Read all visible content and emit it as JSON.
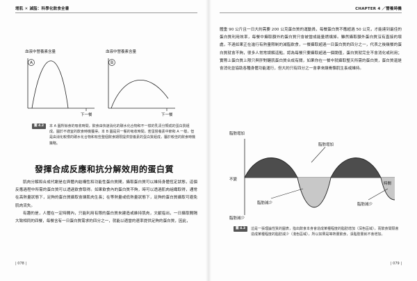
{
  "header": {
    "left_running_head": "增肌 ✕ 減脂：科學化飲食全書",
    "right_running_head": "CHAPTER 4 ／營養時機"
  },
  "folios": {
    "left": "| 078 |",
    "right": "| 079 |"
  },
  "figure_left": {
    "chart_a": {
      "letter": "A",
      "ylabel": "血液中營養素含量",
      "xlabel": "下一餐"
    },
    "chart_b": {
      "letter": "B",
      "ylabel": "血液中營養素含量",
      "xlabel": "下一餐"
    }
  },
  "caption_4_2": {
    "badge": "圖 4.2",
    "text": "本 A 圖所餘食的吸收時間，飲食由快速消化的碳水化合物和不一樣的乳清分類成的蛋白質組成。圖於不適宜的飲食時機獲得。本 B 圖是另一餐的吸收時間，若蛋營養素中節和 A 一樣，但是由消化較慢的碳水化合物和有些整個飲食期限提供營養素的蛋白質組成，屬於較佳的飲食時機策略。"
  },
  "section": {
    "title": "發揮合成反應和抗分解效用的蛋白質"
  },
  "left_body": {
    "p1": "肌肉分解和合成代謝是在與體內結構性和功能性蛋白質間，攝取蛋白質可以維持身體恆定狀態，這個反應過程中所需的蛋白質可以透過飲食取得。如果飲食內的蛋白質不夠，時可以透過肌肉組織取得，通常在高熱量狀態下，足夠的蛋白質攝取會讓肌肉生長；在等熱量或低熱量狀態下，足夠的蛋白質攝取可避免肌肉流失。",
    "p2": "有趣的是，人體在一定時間內，只能利用有限的蛋白質來建造或維持肌肉，文獻指出，一日攝取間隔大致相同的四餐，每餐含有一日蛋白質需求的四分之一，就能以適當的速率提供足夠的蛋白質，因此，"
  },
  "right_body": {
    "p1": "體重 90 公斤且一日大約需要 200 公克蛋白質的運動員，每餐蛋白質不應超過 50 公克，才能達到最佳的蛋白質利用效率，每餐中攝取額外的蛋白質只會被當成能量燃燒掉。雖然攝取額外蛋白質沒有直接的壞處，不過如果正在進行有熱量限制的減脂飲食，一餐攝取超過一日蛋白質的四分之一，代表之後幾餐的蛋白質就會不夠，很多人常常誤解這點，認為每餐只要攝取超過一個閾值，蛋白質就完全不會消化或利用；實際上蛋白質上限只與肝對醣肌蛋白質合成有關，如果你在一餐中就攝取整天所需的蛋白質，蛋白質還是會消化並協助各種身體功能運行，但大約只有四分之一會拿來讓骨骼肌生長或維持。"
  },
  "figure_right": {
    "ylabel_top": "脂肪增加",
    "ylabel_bottom": "脂肪減少",
    "baseline_label": "不變",
    "xlabel": "時間",
    "annot_gain": "脂肪增加",
    "annot_loss_left": "脂肪減少",
    "annot_loss_right": "脂肪減少"
  },
  "caption_4_3": {
    "badge": "圖 4.3",
    "text": "這是一張理論性質的圖表，指出飲食本身會造成某種程度的脂肪增加（深色區域），而飲食間隔會造成某種程度的脂肪減少（淺色區域），所以如果是等熱量飲食，淨脂肪量就不會增加。"
  },
  "colors": {
    "dark_fill": "#4d4d4d",
    "light_fill": "#c8c8c8",
    "badge": "#555555"
  }
}
